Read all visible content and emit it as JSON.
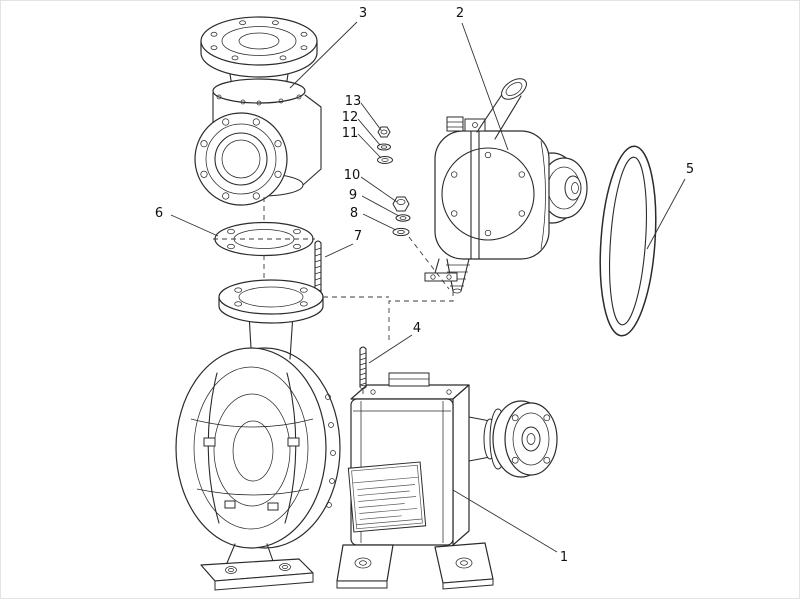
{
  "callouts": {
    "c1": "1",
    "c2": "2",
    "c3": "3",
    "c4": "4",
    "c5": "5",
    "c6": "6",
    "c7": "7",
    "c8": "8",
    "c9": "9",
    "c10": "10",
    "c11": "11",
    "c12": "12",
    "c13": "13"
  },
  "parts": [
    {
      "callout": "1",
      "name": "pump-and-motor-assembly"
    },
    {
      "callout": "2",
      "name": "priming-vacuum-pump"
    },
    {
      "callout": "3",
      "name": "flanged-suction-body"
    },
    {
      "callout": "4",
      "name": "stud-bolt"
    },
    {
      "callout": "5",
      "name": "v-belt"
    },
    {
      "callout": "6",
      "name": "flange-gasket"
    },
    {
      "callout": "7",
      "name": "stud"
    },
    {
      "callout": "8",
      "name": "washer"
    },
    {
      "callout": "9",
      "name": "spring-washer"
    },
    {
      "callout": "10",
      "name": "hex-nut"
    },
    {
      "callout": "11",
      "name": "washer"
    },
    {
      "callout": "12",
      "name": "spring-washer"
    },
    {
      "callout": "13",
      "name": "hex-nut"
    }
  ],
  "colors": {
    "line": "#2b2b2b",
    "leader": "#333333",
    "background": "#ffffff"
  }
}
